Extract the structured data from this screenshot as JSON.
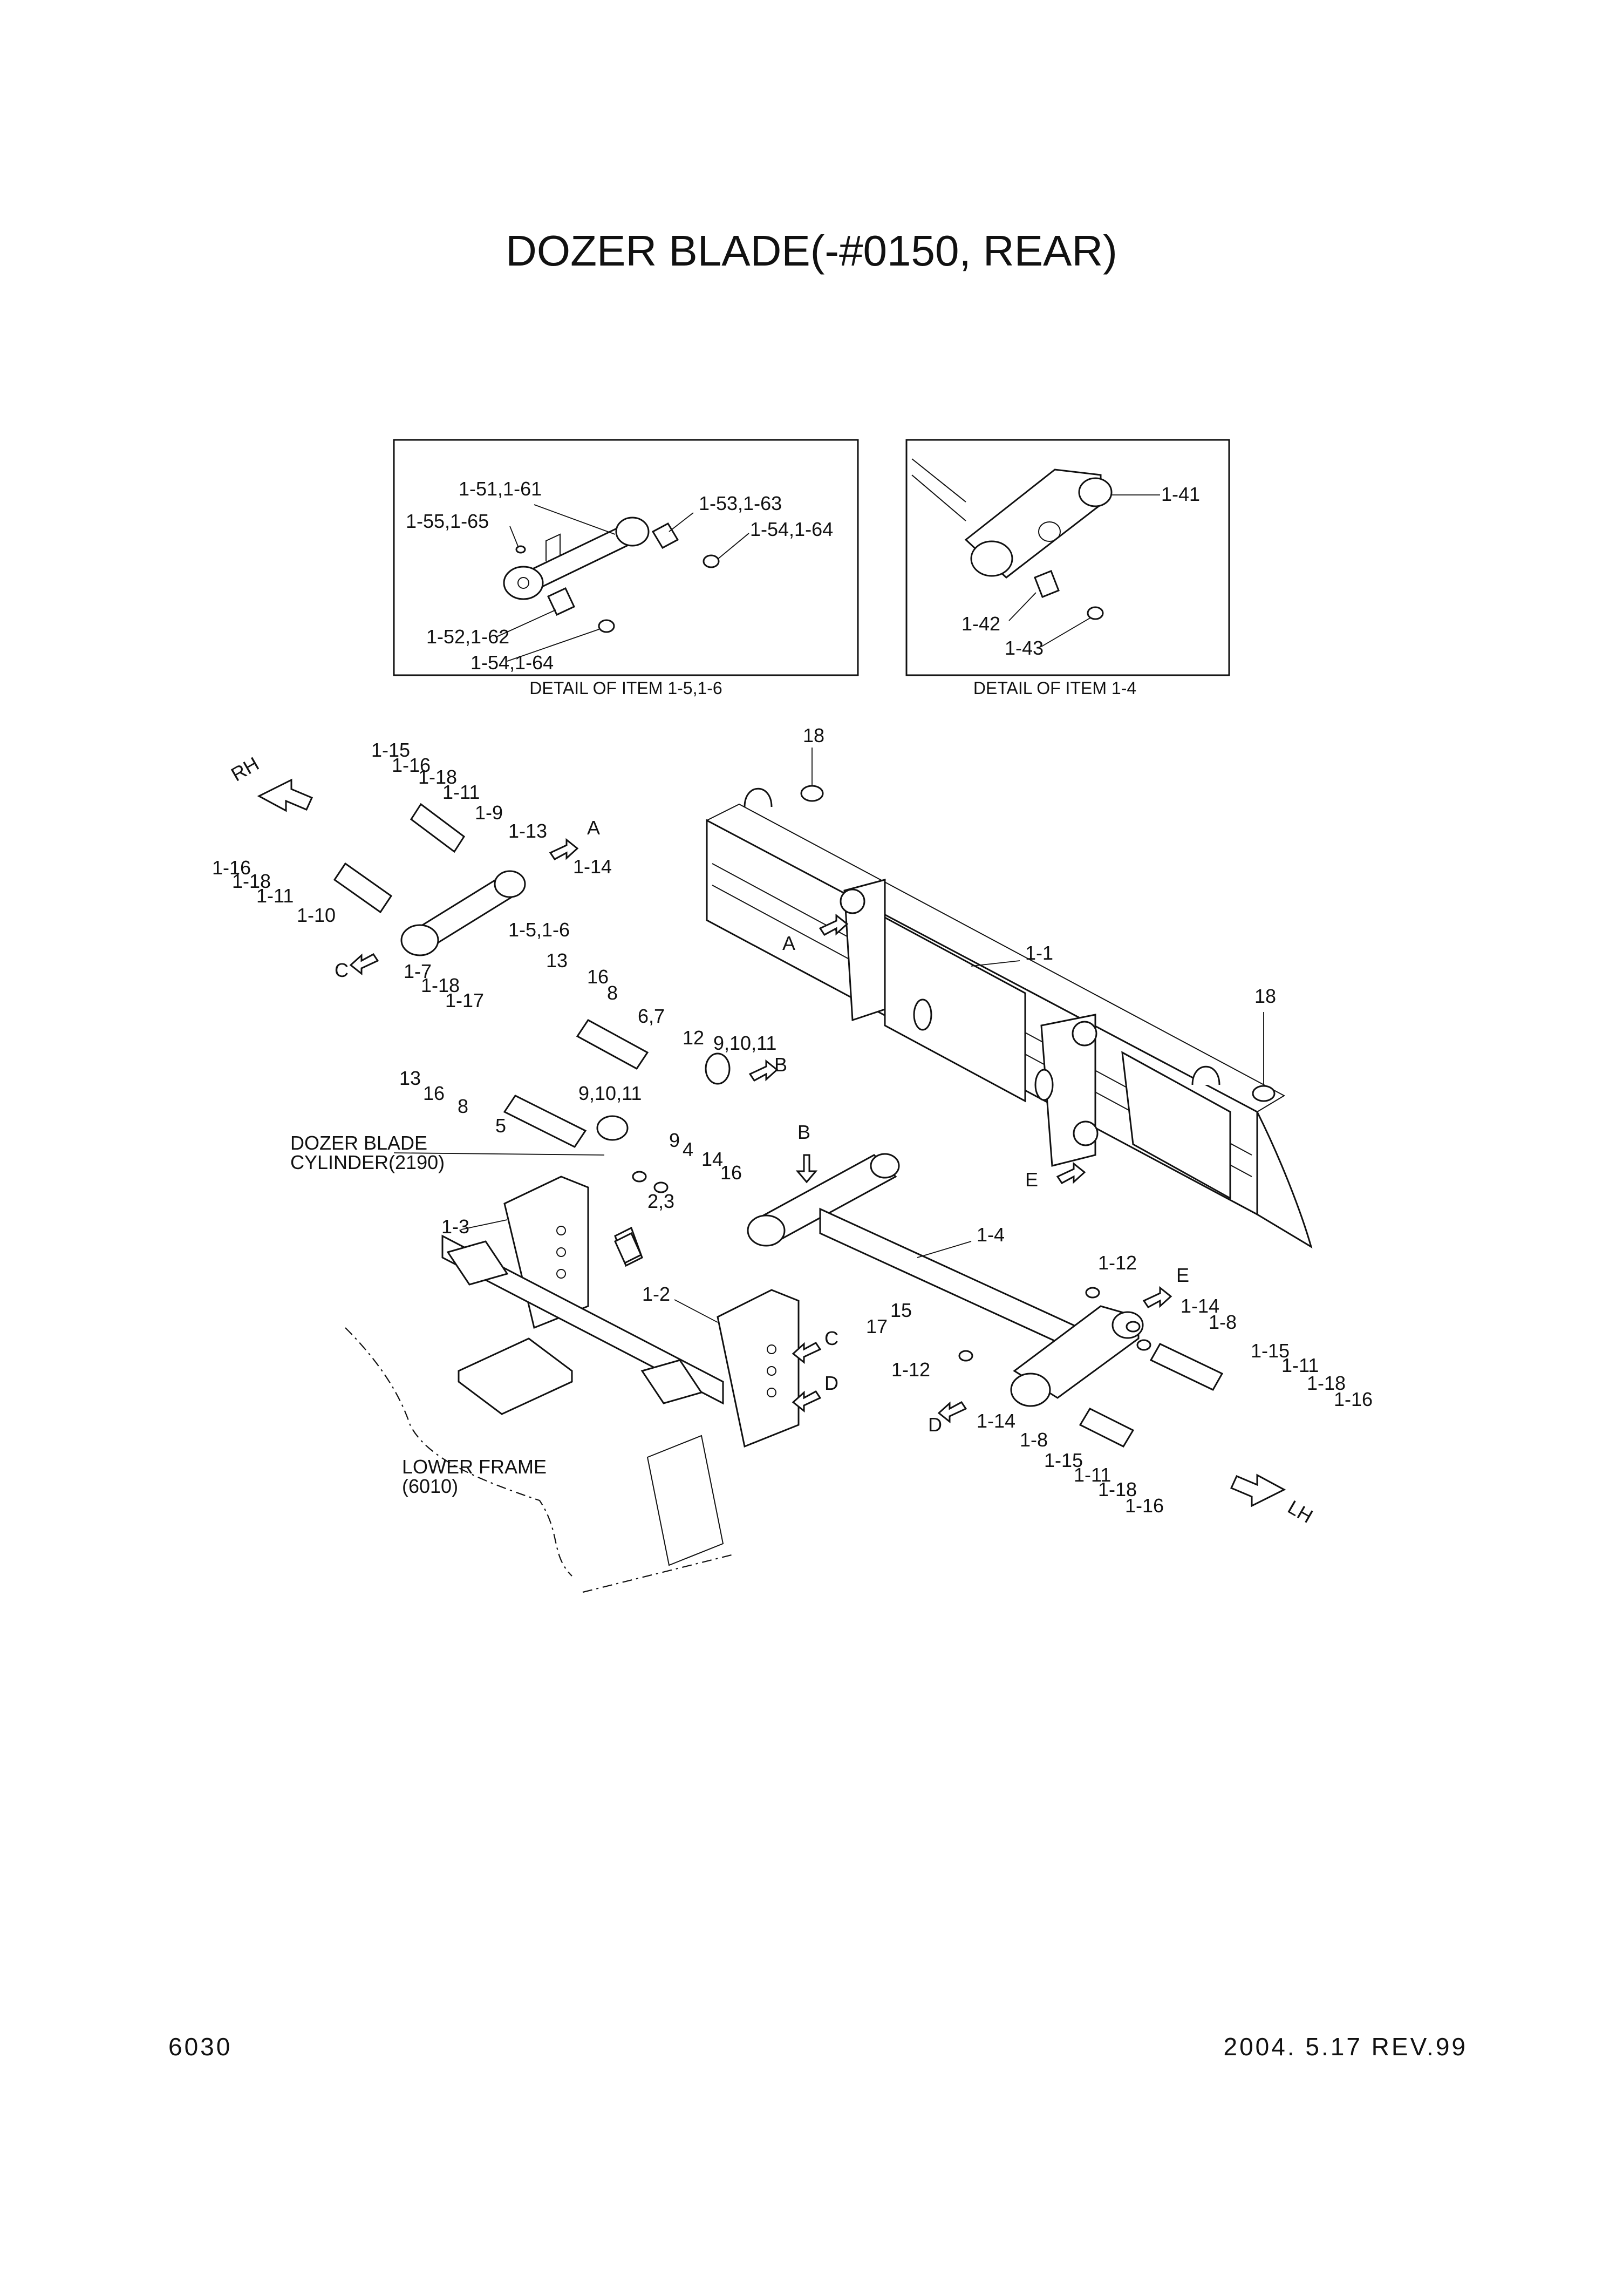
{
  "title": "DOZER BLADE(-#0150, REAR)",
  "footer": {
    "page_number": "6030",
    "date_rev": "2004. 5.17  REV.99"
  },
  "details": {
    "left": {
      "caption": "DETAIL OF ITEM 1-5,1-6",
      "labels": [
        "1-51,1-61",
        "1-55,1-65",
        "1-53,1-63",
        "1-54,1-64",
        "1-52,1-62",
        "1-54,1-64"
      ]
    },
    "right": {
      "caption": "DETAIL OF ITEM 1-4",
      "labels": [
        "1-41",
        "1-42",
        "1-43"
      ]
    }
  },
  "callouts": {
    "direction_rh": "RH",
    "direction_lh": "LH",
    "dozer_cylinder": [
      "DOZER BLADE",
      "CYLINDER(2190)"
    ],
    "lower_frame": [
      "LOWER FRAME",
      "(6010)"
    ],
    "view_letters": {
      "a": "A",
      "b": "B",
      "c": "C",
      "d": "D",
      "e": "E"
    }
  },
  "part_labels": {
    "p1_15a": "1-15",
    "p1_16a": "1-16",
    "p1_18a": "1-18",
    "p1_11a": "1-11",
    "p1_9": "1-9",
    "p1_13": "1-13",
    "p1_14a": "1-14",
    "p1_16b": "1-16",
    "p1_18b": "1-18",
    "p1_11b": "1-11",
    "p1_10": "1-10",
    "p1_5_6": "1-5,1-6",
    "p1_7": "1-7",
    "p1_18c": "1-18",
    "p1_17": "1-17",
    "p13a": "13",
    "p16a": "16",
    "p8a": "8",
    "p6_7": "6,7",
    "p12": "12",
    "p9_10_11a": "9,10,11",
    "p13b": "13",
    "p16b": "16",
    "p8b": "8",
    "p5": "5",
    "p9_10_11b": "9,10,11",
    "p9": "9",
    "p4": "4",
    "p14": "14",
    "p16c": "16",
    "p2_3": "2,3",
    "p1_3": "1-3",
    "p1_2": "1-2",
    "p18a": "18",
    "p18b": "18",
    "p1_1": "1-1",
    "p1_4": "1-4",
    "p1_12a": "1-12",
    "p1_12b": "1-12",
    "p15": "15",
    "p17": "17",
    "p1_14b": "1-14",
    "p1_8a": "1-8",
    "p1_14c": "1-14",
    "p1_8b": "1-8",
    "p1_15b": "1-15",
    "p1_11c": "1-11",
    "p1_18d": "1-18",
    "p1_16c": "1-16",
    "p1_15c": "1-15",
    "p1_11d": "1-11",
    "p1_18e": "1-18",
    "p1_16d": "1-16"
  }
}
